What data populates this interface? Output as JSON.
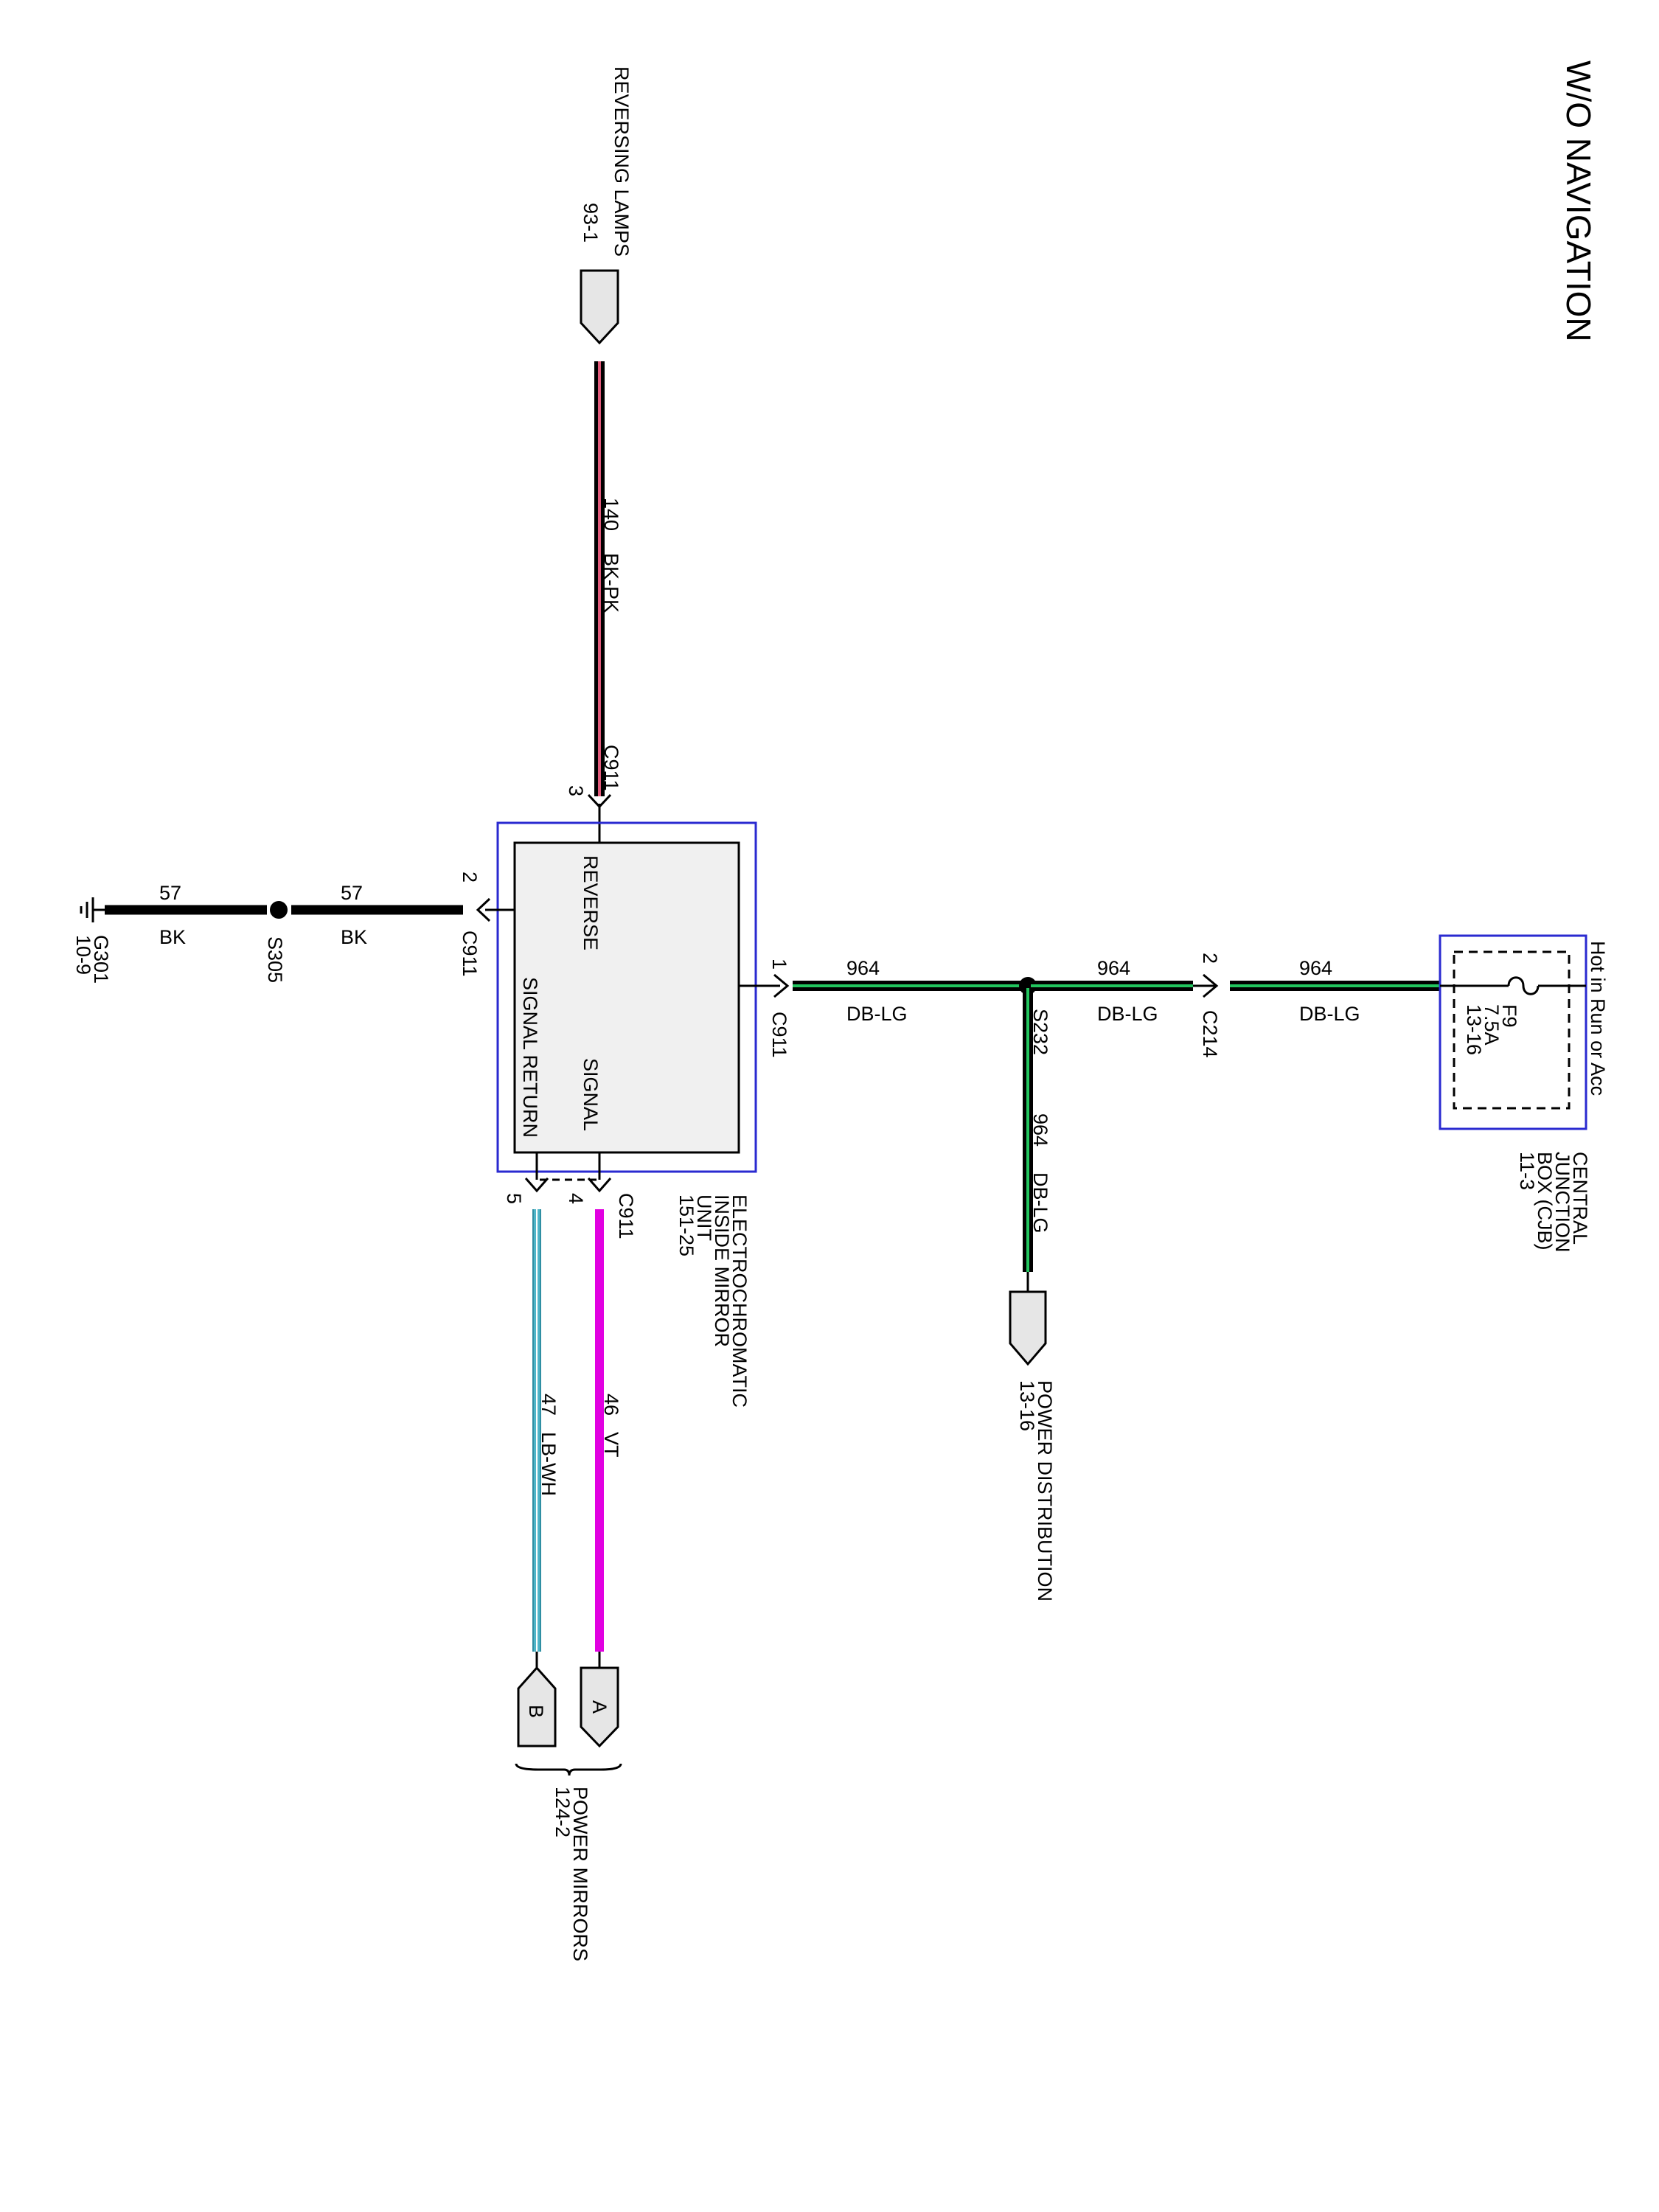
{
  "title": "W/O NAVIGATION",
  "colors": {
    "wire_bk": "#000000",
    "wire_bk_pk_stripe": "#e05a7a",
    "wire_db_lg_stripe": "#22c55e",
    "wire_vt": "#e100e1",
    "wire_lb_wh": "#4fb5c8",
    "outer_box_border": "#2a2ad0",
    "module_fill": "#f0f0f0",
    "connector_fill": "#e6e6e6"
  },
  "reversing_lamps": {
    "name": "REVERSING LAMPS",
    "ref": "93-1",
    "wire_num": "140",
    "wire_color": "BK-PK",
    "connector": "C911",
    "pin": "3"
  },
  "module": {
    "name_lines": [
      "ELECTROCHROMATIC",
      "INSIDE MIRROR",
      "UNIT",
      "151-25"
    ],
    "pins": {
      "reverse": "REVERSE",
      "signal": "SIGNAL",
      "signal_return": "SIGNAL RETURN"
    }
  },
  "ground": {
    "connector": "C911",
    "pin": "2",
    "wire_num_a": "57",
    "wire_color_a": "BK",
    "splice": "S305",
    "wire_num_b": "57",
    "wire_color_b": "BK",
    "ground": "G301",
    "ground_ref": "10-9"
  },
  "power": {
    "connector_module": "C911",
    "pin_module": "1",
    "wire_num_1": "964",
    "wire_color_1": "DB-LG",
    "splice": "S232",
    "wire_num_2": "964",
    "wire_color_2": "DB-LG",
    "connector_c214": "C214",
    "pin_c214": "2",
    "wire_num_3": "964",
    "wire_color_3": "DB-LG",
    "branch_wire_num": "964",
    "branch_wire_color": "DB-LG",
    "power_distribution": "POWER DISTRIBUTION",
    "power_distribution_ref": "13-16"
  },
  "cjb": {
    "hot_label": "Hot in Run or Acc",
    "fuse_name": "F9",
    "fuse_rating": "7.5A",
    "fuse_ref": "13-16",
    "name_lines": [
      "CENTRAL",
      "JUNCTION",
      "BOX (CJB)",
      "11-3"
    ]
  },
  "signals": {
    "connector": "C911",
    "signal_pin": "4",
    "return_pin": "5",
    "signal_wire_num": "46",
    "signal_wire_color": "VT",
    "return_wire_num": "47",
    "return_wire_color": "LB-WH",
    "connector_a": "A",
    "connector_b": "B",
    "power_mirrors": "POWER MIRRORS",
    "power_mirrors_ref": "124-2"
  }
}
